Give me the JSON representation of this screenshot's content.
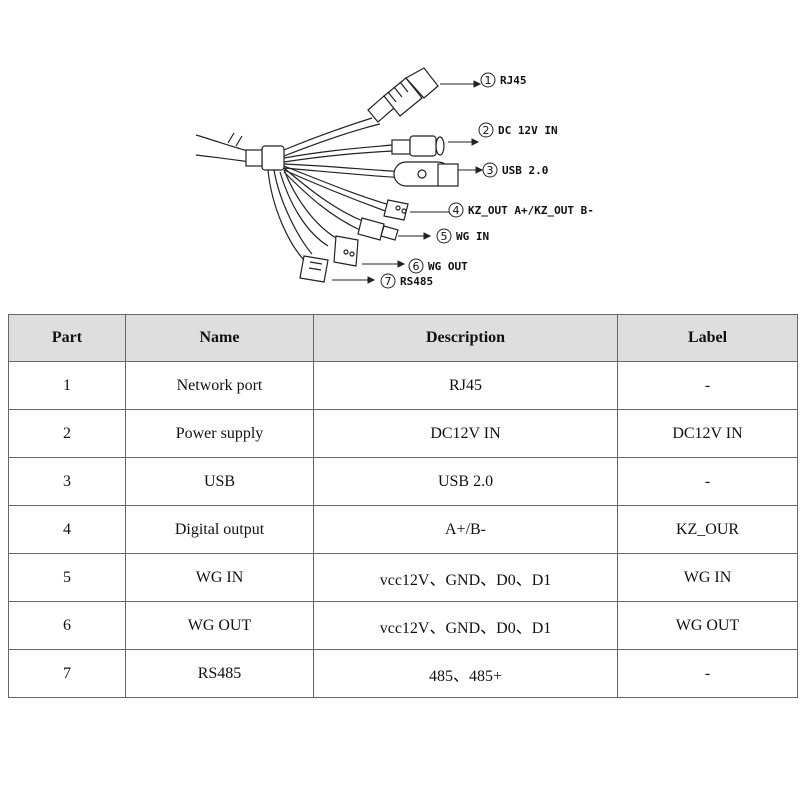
{
  "diagram": {
    "callouts": [
      {
        "number": "1",
        "label": "RJ45"
      },
      {
        "number": "2",
        "label": "DC 12V IN"
      },
      {
        "number": "3",
        "label": "USB 2.0"
      },
      {
        "number": "4",
        "label": "KZ_OUT A+/KZ_OUT B-"
      },
      {
        "number": "5",
        "label": "WG IN"
      },
      {
        "number": "6",
        "label": "WG OUT"
      },
      {
        "number": "7",
        "label": "RS485"
      }
    ]
  },
  "table": {
    "headers": [
      "Part",
      "Name",
      "Description",
      "Label"
    ],
    "rows": [
      {
        "part": "1",
        "name": "Network port",
        "description": "RJ45",
        "label": "-"
      },
      {
        "part": "2",
        "name": "Power supply",
        "description": "DC12V IN",
        "label": "DC12V IN"
      },
      {
        "part": "3",
        "name": "USB",
        "description": "USB 2.0",
        "label": "-"
      },
      {
        "part": "4",
        "name": "Digital output",
        "description": "A+/B-",
        "label": "KZ_OUR"
      },
      {
        "part": "5",
        "name": "WG IN",
        "description": "vcc12V、GND、D0、D1",
        "label": "WG IN"
      },
      {
        "part": "6",
        "name": "WG OUT",
        "description": "vcc12V、GND、D0、D1",
        "label": "WG OUT"
      },
      {
        "part": "7",
        "name": "RS485",
        "description": "485、485+",
        "label": "-"
      }
    ]
  }
}
